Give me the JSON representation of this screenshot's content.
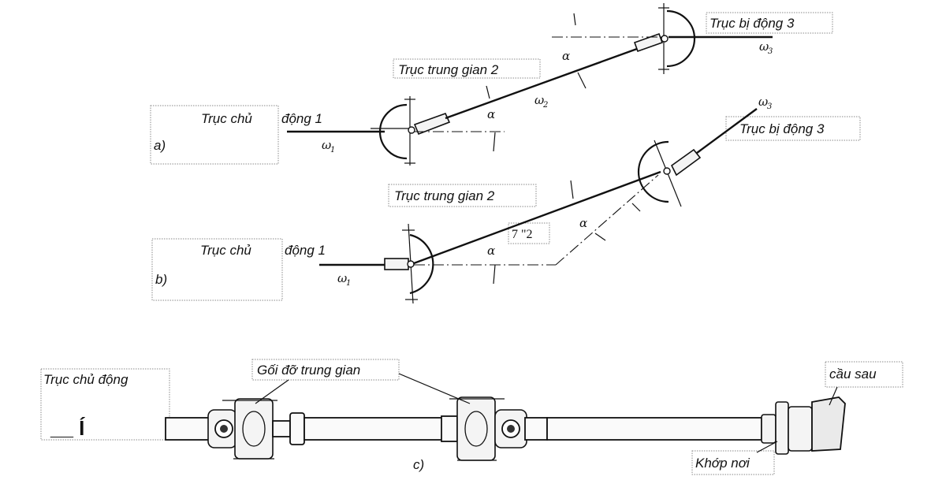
{
  "diagram_a": {
    "panel_label": "a)",
    "driving_shaft_part1": "Trục chủ",
    "driving_shaft_part2": "động 1",
    "intermediate_shaft": "Trục trung gian 2",
    "driven_shaft": "Trục bị động 3",
    "angle_symbol": "α",
    "omega1": "ω",
    "omega1_sub": "1",
    "omega2": "ω",
    "omega2_sub": "2",
    "omega3": "ω",
    "omega3_sub": "3"
  },
  "diagram_b": {
    "panel_label": "b)",
    "driving_shaft_part1": "Trục chủ",
    "driving_shaft_part2": "động 1",
    "intermediate_shaft": "Trục trung gian 2",
    "driven_shaft": "Trục bị động 3",
    "angle_symbol": "α",
    "omega1": "ω",
    "omega1_sub": "1",
    "omega2_garbled": "7 \"2",
    "omega3": "ω",
    "omega3_sub": "3"
  },
  "diagram_c": {
    "panel_label": "c)",
    "driving_shaft": "Trục chủ động",
    "driving_shaft_artifact": "__ Í",
    "center_support": "Gối đỡ trung gian",
    "rear_axle": "cầu sau",
    "joint": "Khớp nơi"
  },
  "colors": {
    "line": "#111111",
    "box_border": "#8a8a8a",
    "background": "#ffffff"
  }
}
